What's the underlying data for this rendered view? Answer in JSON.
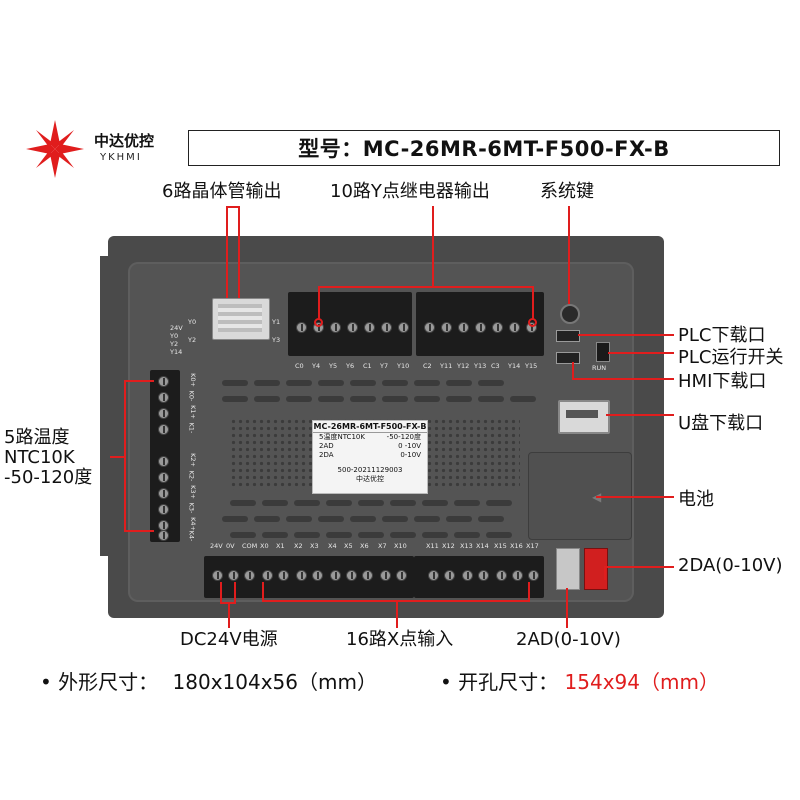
{
  "brand": {
    "name_cn": "中达优控",
    "name_en": "YKHMI"
  },
  "model": {
    "label": "型号：MC-26MR-6MT-F500-FX-B"
  },
  "callouts": {
    "transistor_out": "6路晶体管输出",
    "relay_out": "10路Y点继电器输出",
    "system_key": "系统键",
    "plc_download": "PLC下载口",
    "plc_run_switch": "PLC运行开关",
    "hmi_download": "HMI下载口",
    "usb_download": "U盘下载口",
    "battery": "电池",
    "temp_line1": "5路温度",
    "temp_line2": "NTC10K",
    "temp_line3": "-50-120度",
    "da": "2DA(0-10V)",
    "ad": "2AD(0-10V)",
    "x_inputs": "16路X点输入",
    "power": "DC24V电源"
  },
  "device": {
    "top_labels": [
      "C0",
      "Y4",
      "Y5",
      "Y6",
      "C1",
      "Y7",
      "Y10",
      "C2",
      "Y11",
      "Y12",
      "Y13",
      "C3",
      "Y14",
      "Y15"
    ],
    "bottom_labels": [
      "24V",
      "0V",
      "COM",
      "X0",
      "X1",
      "X2",
      "X3",
      "X4",
      "X5",
      "X6",
      "X7",
      "X10",
      "X11",
      "X12",
      "X13",
      "X14",
      "X15",
      "X16",
      "X17"
    ],
    "left_labels": [
      "K0+",
      "K0-",
      "K1+",
      "K1-",
      "K2+",
      "K2-",
      "K3+",
      "K3-",
      "K4+",
      "K4-"
    ],
    "transistor_labels_left": [
      "24V",
      "Y0",
      "Y2",
      "Y14"
    ],
    "transistor_labels_right": [
      "Y0",
      "Y2"
    ],
    "transistor_labels_right2": [
      "Y1",
      "Y3"
    ],
    "run_switch_label": "RUN"
  },
  "sticker": {
    "model": "MC-26MR-6MT-F500-FX-B",
    "row1_left": "5温度NTC10K",
    "row1_right": "-50-120度",
    "row2_left": "2AD",
    "row2_right": "0 -10V",
    "row3_left": "2DA",
    "row3_right": "0-10V",
    "serial": "500-20211129003",
    "brand": "中达优控"
  },
  "dimensions": {
    "outer_label": "外形尺寸：",
    "outer_value": "180x104x56（mm）",
    "cut_label": "开孔尺寸：",
    "cut_value": "154x94（mm）"
  },
  "colors": {
    "accent": "#e01d1d",
    "device": "#4a4a4a",
    "terminal": "#1c1c1c"
  }
}
